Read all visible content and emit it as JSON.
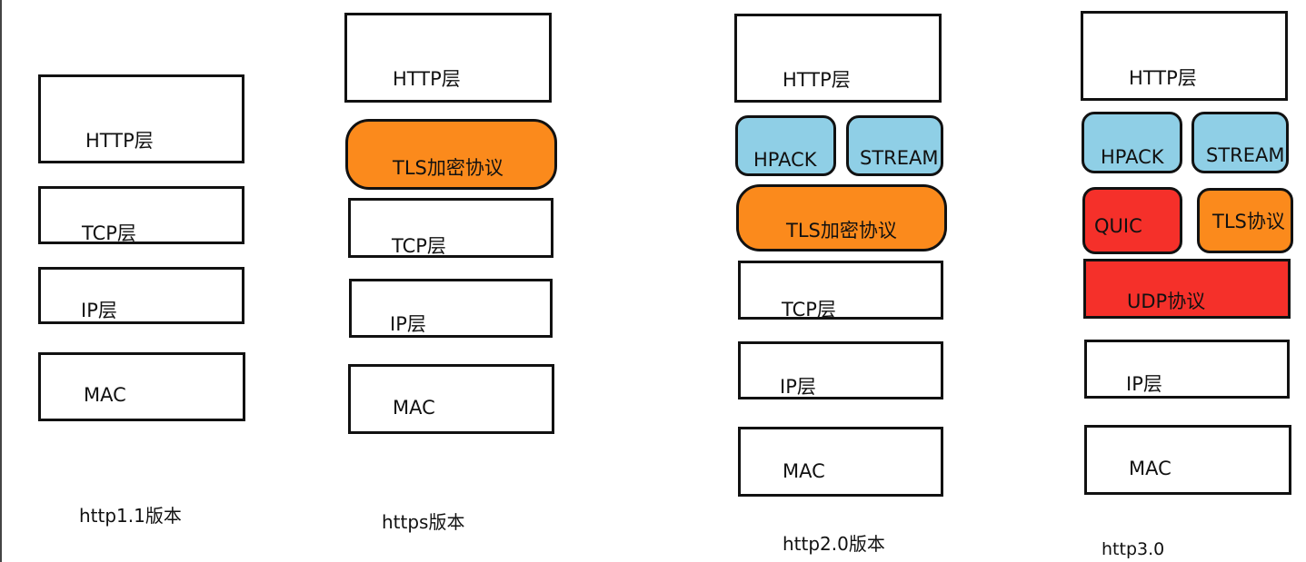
{
  "colors": {
    "border": "#111111",
    "tls_orange": "#fb8a1c",
    "hpack_stream_blue": "#8fcfe6",
    "quic_udp_red": "#f5302a"
  },
  "stack_http11": {
    "http": "HTTP层",
    "tcp": "TCP层",
    "ip": "IP层",
    "mac": "MAC",
    "caption": "http1.1版本"
  },
  "stack_https": {
    "http": "HTTP层",
    "tls": "TLS加密协议",
    "tcp": "TCP层",
    "ip": "IP层",
    "mac": "MAC",
    "caption": "https版本"
  },
  "stack_http2": {
    "http": "HTTP层",
    "hpack": "HPACK",
    "stream": "STREAM",
    "tls": "TLS加密协议",
    "tcp": "TCP层",
    "ip": "IP层",
    "mac": "MAC",
    "caption": "http2.0版本"
  },
  "stack_http3": {
    "http": "HTTP层",
    "hpack": "HPACK",
    "stream": "STREAM",
    "quic": "QUIC",
    "tls": "TLS协议",
    "udp": "UDP协议",
    "ip": "IP层",
    "mac": "MAC",
    "caption": "http3.0"
  }
}
